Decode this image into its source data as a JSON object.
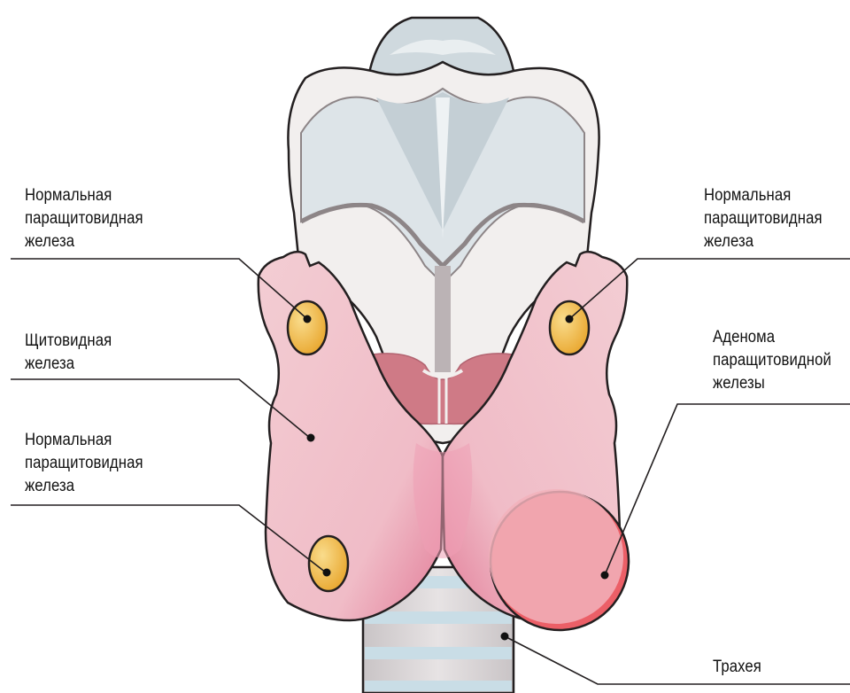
{
  "labels": {
    "parathyroid_left_upper": [
      "Нормальная",
      "паращитовидная",
      "железа"
    ],
    "thyroid": [
      "Щитовидная",
      "железа"
    ],
    "parathyroid_left_lower": [
      "Нормальная",
      "паращитовидная",
      "железа"
    ],
    "parathyroid_right_upper": [
      "Нормальная",
      "паращитовидная",
      "железа"
    ],
    "adenoma": [
      "Аденома",
      "паращитовидной",
      "железы"
    ],
    "trachea": "Трахея"
  },
  "colors": {
    "thyroid": "#f2c6cd",
    "thyroid_shadow": "#e58aa2",
    "parathyroid": "#f3c15c",
    "adenoma": "#ec5f67",
    "cartilage": "#f1eff0",
    "larynx_inner": "#dce3e7",
    "trachea": "#d9d5d6",
    "trachea_ring": "#c9dde6",
    "outline": "#231f20"
  }
}
